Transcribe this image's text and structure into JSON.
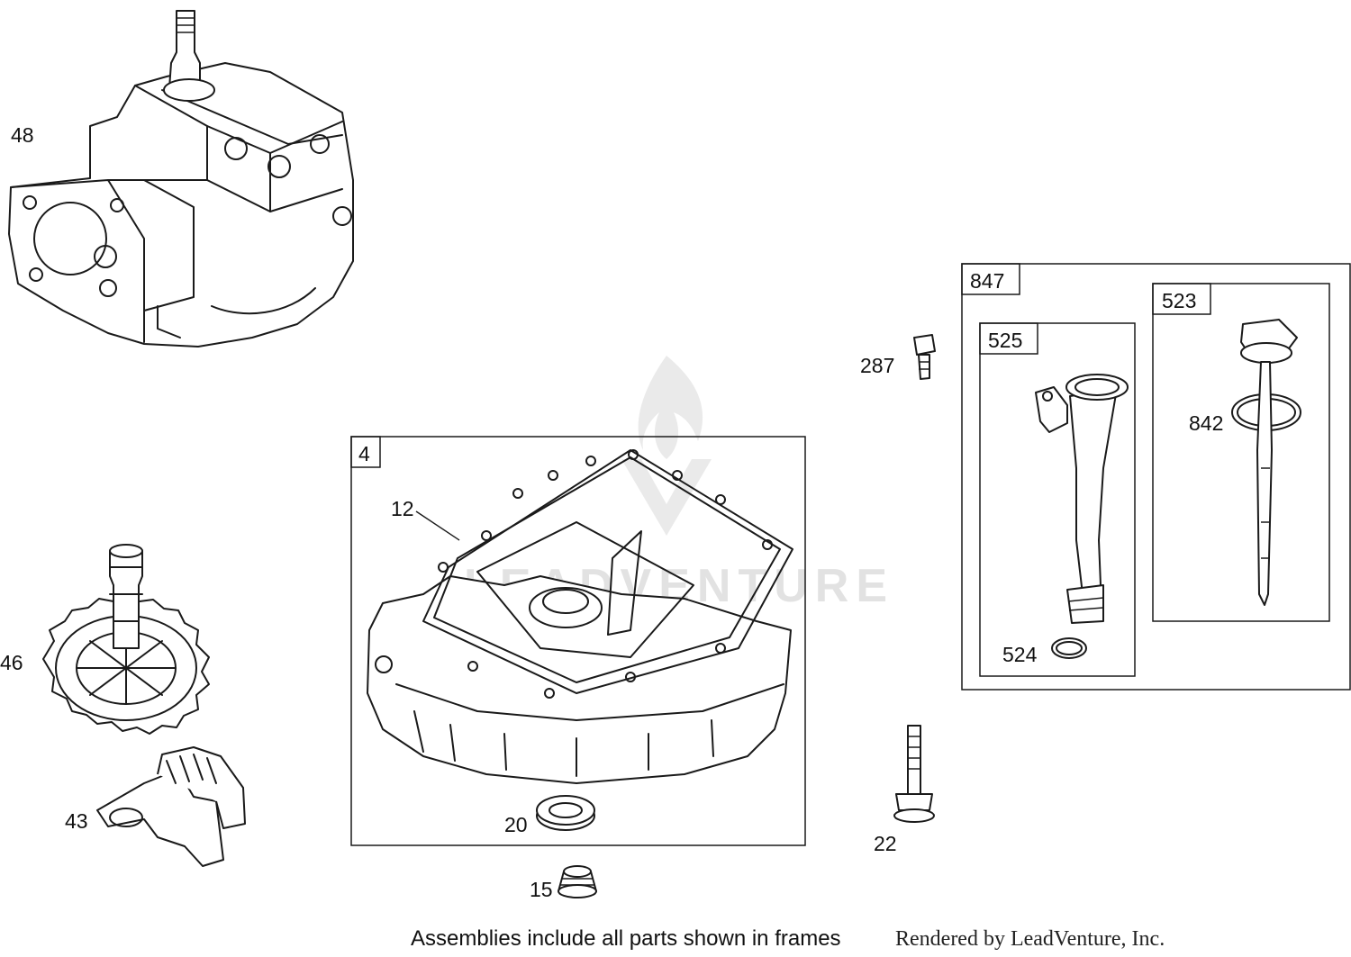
{
  "parts": {
    "p48": "48",
    "p46": "46",
    "p43": "43",
    "p4": "4",
    "p12": "12",
    "p20": "20",
    "p15": "15",
    "p287": "287",
    "p22": "22",
    "p847": "847",
    "p525": "525",
    "p523": "523",
    "p842": "842",
    "p524": "524"
  },
  "watermark": "LEADVENTURE",
  "footer": {
    "note": "Assemblies include all parts shown in frames",
    "credit": "Rendered by LeadVenture, Inc."
  }
}
